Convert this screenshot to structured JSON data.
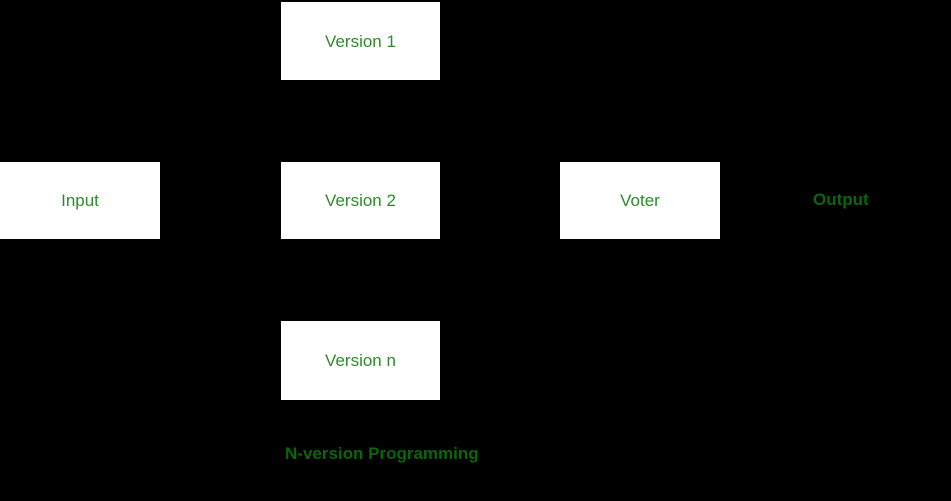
{
  "diagram": {
    "title": "N-version Programming",
    "colors": {
      "background": "#000000",
      "box_fill": "#ffffff",
      "box_label_green": "#2E8B2E",
      "accent_dark_green": "#0A660A"
    },
    "boxes": [
      {
        "id": "version-1",
        "label": "Version 1"
      },
      {
        "id": "input",
        "label": "Input"
      },
      {
        "id": "version-2",
        "label": "Version 2"
      },
      {
        "id": "voter",
        "label": "Voter"
      },
      {
        "id": "version-n",
        "label": "Version n"
      }
    ],
    "output_label": "Output",
    "caption": "N-version Programming"
  }
}
